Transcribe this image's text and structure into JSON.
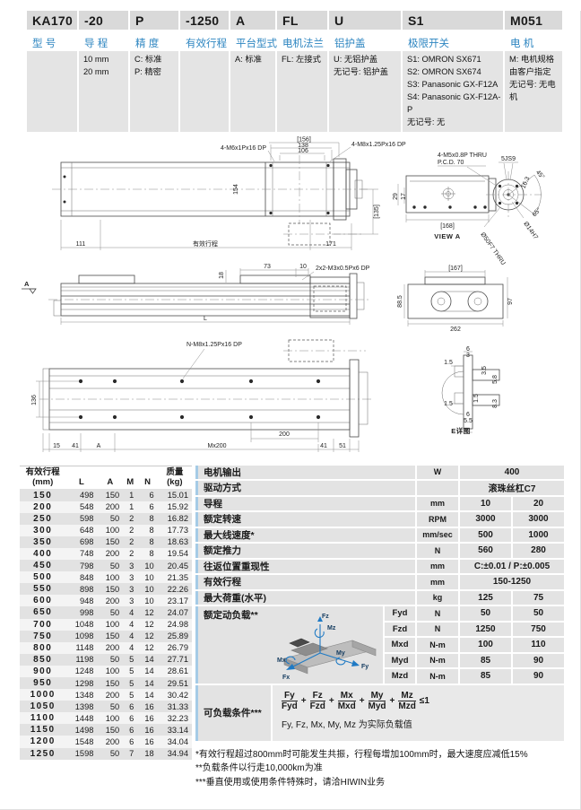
{
  "model": {
    "columns": [
      {
        "code": "KA170",
        "label": "型 号",
        "options": []
      },
      {
        "code": "-20",
        "label": "导 程",
        "options": [
          "10 mm",
          "20 mm"
        ]
      },
      {
        "code": "P",
        "label": "精 度",
        "options": [
          "C: 标准",
          "P: 精密"
        ]
      },
      {
        "code": "-1250",
        "label": "有效行程",
        "options": []
      },
      {
        "code": "A",
        "label": "平台型式",
        "options": [
          "A: 标准"
        ]
      },
      {
        "code": "FL",
        "label": "电机法兰",
        "options": [
          "FL: 左接式"
        ]
      },
      {
        "code": "U",
        "label": "铝护盖",
        "options": [
          "U: 无铝护盖",
          "无记号: 铝护盖"
        ]
      },
      {
        "code": "S1",
        "label": "极限开关",
        "options": [
          "S1: OMRON SX671",
          "S2: OMRON SX674",
          "S3: Panasonic GX-F12A",
          "S4: Panasonic GX-F12A-P",
          "无记号: 无"
        ]
      },
      {
        "code": "M051",
        "label": "电 机",
        "options": [
          "M: 电机规格由客户指定",
          "无记号: 无电机"
        ]
      }
    ]
  },
  "drawings": {
    "plan": {
      "dims_top": [
        "[156]",
        "138",
        "106"
      ],
      "callout_left": "4-M6x1Px16 DP",
      "callout_right": "4-M8x1.25Px16 DP",
      "dim_width": "154",
      "dim_right": "[135]",
      "dims_bottom": [
        "111",
        "有效行程",
        "171"
      ]
    },
    "view_a": {
      "callout": "4-M5x0.8P THRU",
      "pcd": "P.C.D. 70",
      "key": "5JS9",
      "dim_29": "29",
      "dim_17": "17",
      "dim_168": "[168]",
      "caption": "VIEW A",
      "bore": "Ø50F7 THRU",
      "shaft": "Ø14H7",
      "dim_163": "16.3",
      "angle_45": "45°",
      "angle_65": "65°"
    },
    "side": {
      "section": "A",
      "dim_18": "18",
      "dim_73": "73",
      "dim_10": "10",
      "callout": "2x2-M3x0.5Px6 DP",
      "dim_l": "L"
    },
    "end": {
      "dim_167": "[167]",
      "dim_885": "88.5",
      "dim_97": "97",
      "dim_262": "262"
    },
    "mount": {
      "callout": "N-M8x1.25Px16 DP",
      "dim_136": "136",
      "dim_200": "200",
      "dims_bottom": [
        "15",
        "41",
        "A",
        "Mx200",
        "41",
        "51"
      ]
    },
    "detail": {
      "dims": [
        "6",
        "3",
        "1.5",
        "3.5",
        "5.8",
        "8.3",
        "1.5",
        "1.5",
        "6",
        "5.5"
      ],
      "caption": "E详图"
    }
  },
  "stroke_table": {
    "headers": [
      "有效行程",
      "L",
      "A",
      "M",
      "N",
      "质量"
    ],
    "header_units": [
      "(mm)",
      "",
      "",
      "",
      "",
      "(kg)"
    ],
    "rows": [
      [
        "150",
        "498",
        "150",
        "1",
        "6",
        "15.01"
      ],
      [
        "200",
        "548",
        "200",
        "1",
        "6",
        "15.92"
      ],
      [
        "250",
        "598",
        "50",
        "2",
        "8",
        "16.82"
      ],
      [
        "300",
        "648",
        "100",
        "2",
        "8",
        "17.73"
      ],
      [
        "350",
        "698",
        "150",
        "2",
        "8",
        "18.63"
      ],
      [
        "400",
        "748",
        "200",
        "2",
        "8",
        "19.54"
      ],
      [
        "450",
        "798",
        "50",
        "3",
        "10",
        "20.45"
      ],
      [
        "500",
        "848",
        "100",
        "3",
        "10",
        "21.35"
      ],
      [
        "550",
        "898",
        "150",
        "3",
        "10",
        "22.26"
      ],
      [
        "600",
        "948",
        "200",
        "3",
        "10",
        "23.17"
      ],
      [
        "650",
        "998",
        "50",
        "4",
        "12",
        "24.07"
      ],
      [
        "700",
        "1048",
        "100",
        "4",
        "12",
        "24.98"
      ],
      [
        "750",
        "1098",
        "150",
        "4",
        "12",
        "25.89"
      ],
      [
        "800",
        "1148",
        "200",
        "4",
        "12",
        "26.79"
      ],
      [
        "850",
        "1198",
        "50",
        "5",
        "14",
        "27.71"
      ],
      [
        "900",
        "1248",
        "100",
        "5",
        "14",
        "28.61"
      ],
      [
        "950",
        "1298",
        "150",
        "5",
        "14",
        "29.51"
      ],
      [
        "1000",
        "1348",
        "200",
        "5",
        "14",
        "30.42"
      ],
      [
        "1050",
        "1398",
        "50",
        "6",
        "16",
        "31.33"
      ],
      [
        "1100",
        "1448",
        "100",
        "6",
        "16",
        "32.23"
      ],
      [
        "1150",
        "1498",
        "150",
        "6",
        "16",
        "33.14"
      ],
      [
        "1200",
        "1548",
        "200",
        "6",
        "16",
        "34.04"
      ],
      [
        "1250",
        "1598",
        "50",
        "7",
        "18",
        "34.94"
      ]
    ]
  },
  "spec_table": {
    "rows": [
      {
        "label": "电机输出",
        "unit": "W",
        "value": "400",
        "span": true
      },
      {
        "label": "驱动方式",
        "unit": "",
        "value": "滚珠丝杠C7",
        "span": true
      },
      {
        "label": "导程",
        "unit": "mm",
        "v1": "10",
        "v2": "20"
      },
      {
        "label": "额定转速",
        "unit": "RPM",
        "v1": "3000",
        "v2": "3000"
      },
      {
        "label": "最大线速度*",
        "unit": "mm/sec",
        "v1": "500",
        "v2": "1000"
      },
      {
        "label": "额定推力",
        "unit": "N",
        "v1": "560",
        "v2": "280"
      },
      {
        "label": "往返位置重现性",
        "unit": "mm",
        "value": "C:±0.01 / P:±0.005",
        "span": true
      },
      {
        "label": "有效行程",
        "unit": "mm",
        "value": "150-1250",
        "span": true
      },
      {
        "label": "最大荷重(水平)",
        "unit": "kg",
        "v1": "125",
        "v2": "75"
      }
    ],
    "dynamic_load": {
      "label": "额定动负载**",
      "axis_labels": [
        "Fz",
        "Mz",
        "Mx",
        "Fx",
        "My",
        "Fy"
      ],
      "rows": [
        [
          "Fyd",
          "N",
          "50",
          "50"
        ],
        [
          "Fzd",
          "N",
          "1250",
          "750"
        ],
        [
          "Mxd",
          "N-m",
          "100",
          "110"
        ],
        [
          "Myd",
          "N-m",
          "85",
          "90"
        ],
        [
          "Mzd",
          "N-m",
          "85",
          "90"
        ]
      ]
    },
    "load_condition": {
      "label": "可负载条件***",
      "fractions": [
        {
          "num": "Fy",
          "den": "Fyd"
        },
        {
          "num": "Fz",
          "den": "Fzd"
        },
        {
          "num": "Mx",
          "den": "Mxd"
        },
        {
          "num": "My",
          "den": "Myd"
        },
        {
          "num": "Mz",
          "den": "Mzd"
        }
      ],
      "suffix": "≤1",
      "note": "Fy, Fz, Mx, My, Mz 为实际负载值"
    }
  },
  "footnotes": [
    "*有效行程超过800mm时可能发生共振，行程每增加100mm时，最大速度应减低15%",
    "**负载条件以行走10,000km为准",
    "***垂直使用或使用条件特殊时，请洽HIWIN业务"
  ],
  "colors": {
    "accent_blue": "#2e86c1",
    "light_blue": "#a5cbe6",
    "cell_gray": "#e3e3e3"
  }
}
